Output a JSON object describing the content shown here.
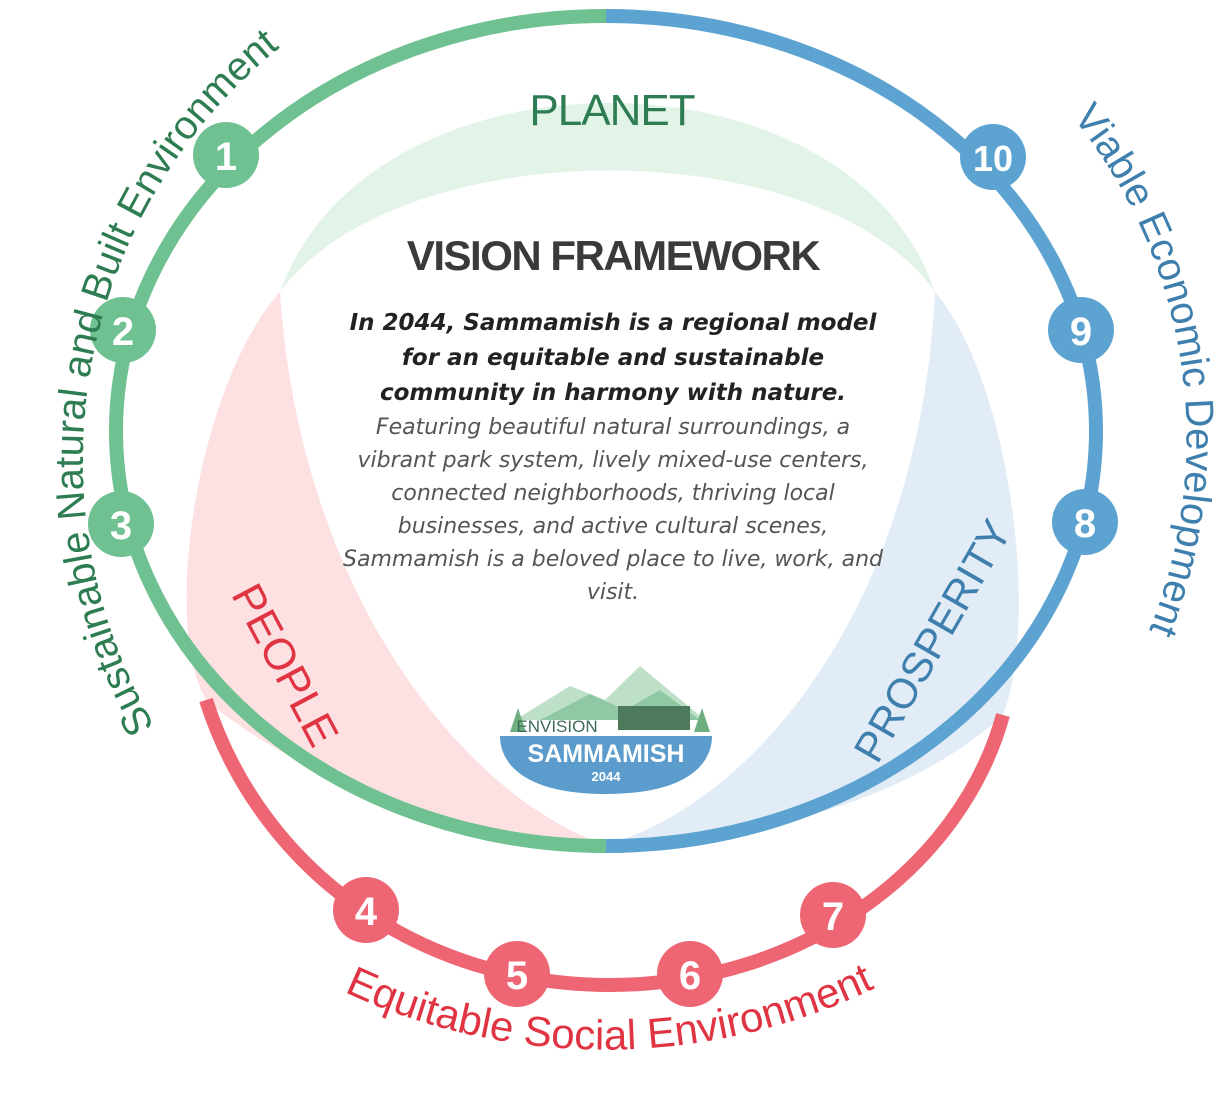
{
  "colors": {
    "green": "#6fc191",
    "green_text": "#2e7d52",
    "blue": "#5da3d1",
    "blue_text": "#3f7fae",
    "red": "#ee6674",
    "red_text": "#e03443",
    "green_tint": "#e2f3e8",
    "blue_tint": "#e1ecf6",
    "red_tint": "#fde0e2"
  },
  "arcs": {
    "left": "Sustainable Natural and Built Environment",
    "right": "Viable Economic Development",
    "bottom": "Equitable Social Environment"
  },
  "petals": {
    "top": "PLANET",
    "left": "PEOPLE",
    "right": "PROSPERITY"
  },
  "center": {
    "title": "VISION FRAMEWORK",
    "statement": "In 2044, Sammamish is a regional model for an equitable and sustainable community in harmony with nature.",
    "description": "Featuring beautiful natural surroundings, a vibrant park system, lively mixed-use centers, connected neighborhoods, thriving local businesses, and active cultural scenes, Sammamish is a beloved place to live, work, and visit."
  },
  "logo": {
    "line1": "ENVISION",
    "line2": "SAMMAMISH",
    "year": "2044"
  },
  "markers": [
    {
      "label": "1",
      "group": "green"
    },
    {
      "label": "2",
      "group": "green"
    },
    {
      "label": "3",
      "group": "green"
    },
    {
      "label": "4",
      "group": "red"
    },
    {
      "label": "5",
      "group": "red"
    },
    {
      "label": "6",
      "group": "red"
    },
    {
      "label": "7",
      "group": "red"
    },
    {
      "label": "8",
      "group": "blue"
    },
    {
      "label": "9",
      "group": "blue"
    },
    {
      "label": "10",
      "group": "blue"
    }
  ]
}
